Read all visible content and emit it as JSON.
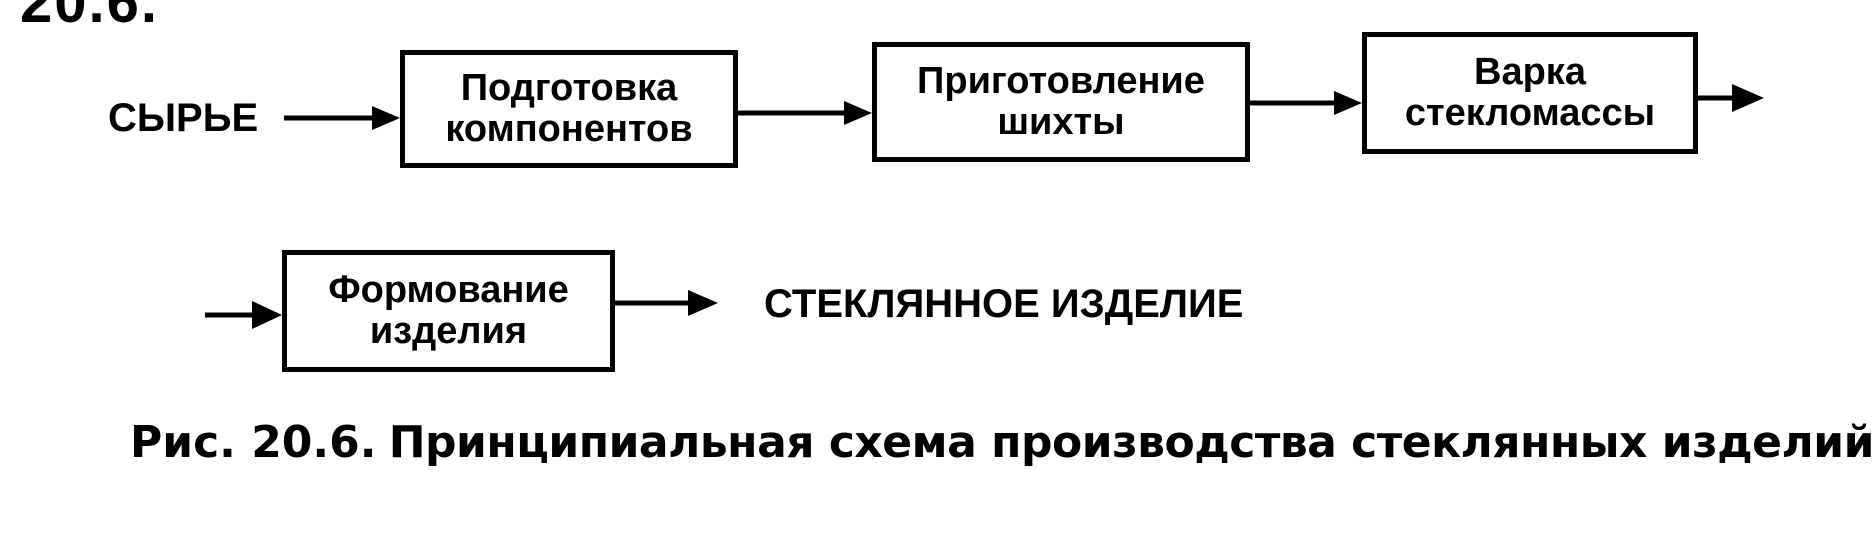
{
  "header_fragment": "20.6.",
  "flow": {
    "input_label": "СЫРЬЕ",
    "output_label": "СТЕКЛЯННОЕ ИЗДЕЛИЕ",
    "steps": [
      {
        "label": "Подготовка\nкомпонентов"
      },
      {
        "label": "Приготовление\nшихты"
      },
      {
        "label": "Варка\nстекломассы"
      },
      {
        "label": "Формование\nизделия"
      }
    ]
  },
  "caption": {
    "number": "Рис. 20.6.",
    "text": "Принципиальная схема производства стеклянных изделий"
  }
}
